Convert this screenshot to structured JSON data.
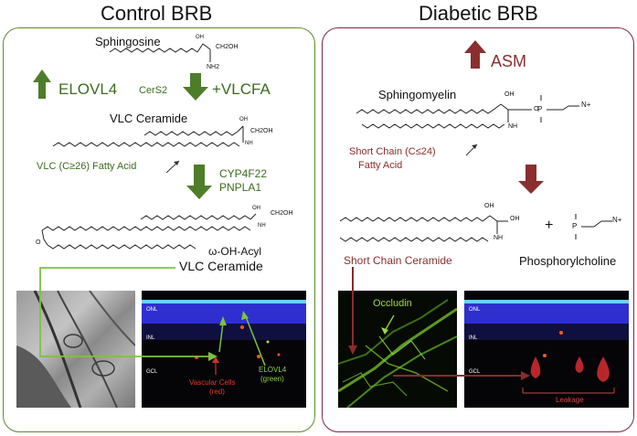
{
  "control": {
    "title": "Control BRB",
    "sphingosine": "Sphingosine",
    "ch2oh": "CH2OH",
    "oh": "OH",
    "nh2": "NH2",
    "elovl4": "ELOVL4",
    "cers2": "CerS2",
    "plus_vlcfa": "+VLCFA",
    "vlc_ceramide": "VLC Ceramide",
    "nh": "NH",
    "vlc_fatty_acid": "VLC (C≥26) Fatty Acid",
    "cyp": "CYP4F22",
    "pnpla": "PNPLA1",
    "o_label": "O",
    "omega_line1": "ω-OH-Acyl",
    "omega_line2": "VLC Ceramide",
    "fluor": {
      "onl": "ONL",
      "inl": "INL",
      "gcl": "GCL",
      "vascular": "Vascular Cells",
      "red": "(red)",
      "elovl4": "ELOVL4",
      "green": "(green)"
    }
  },
  "diabetic": {
    "title": "Diabetic BRB",
    "asm": "ASM",
    "sphingomyelin": "Sphingomyelin",
    "oh": "OH",
    "nh": "NH",
    "o": "O",
    "p": "P",
    "n_plus": "N+",
    "short_chain_fa_line1": "Short  Chain (C≤24)",
    "short_chain_fa_line2": "Fatty Acid",
    "plus": "+",
    "short_chain_ceramide": "Short Chain Ceramide",
    "phosphorylcholine": "Phosphorylcholine",
    "occludin": "Occludin",
    "leakage": "Leakage",
    "fluor": {
      "onl": "ONL",
      "inl": "INL",
      "gcl": "GCL"
    }
  },
  "colors": {
    "control_border": "#5f8a2e",
    "diabetic_border": "#7a2a4a",
    "green_arrow": "#4e7d2a",
    "green_text": "#3d6b20",
    "red_arrow": "#8b2e2e",
    "red_text": "#8b2e2e",
    "connector_green": "#7cc243",
    "connector_red": "#8a2b2b"
  }
}
